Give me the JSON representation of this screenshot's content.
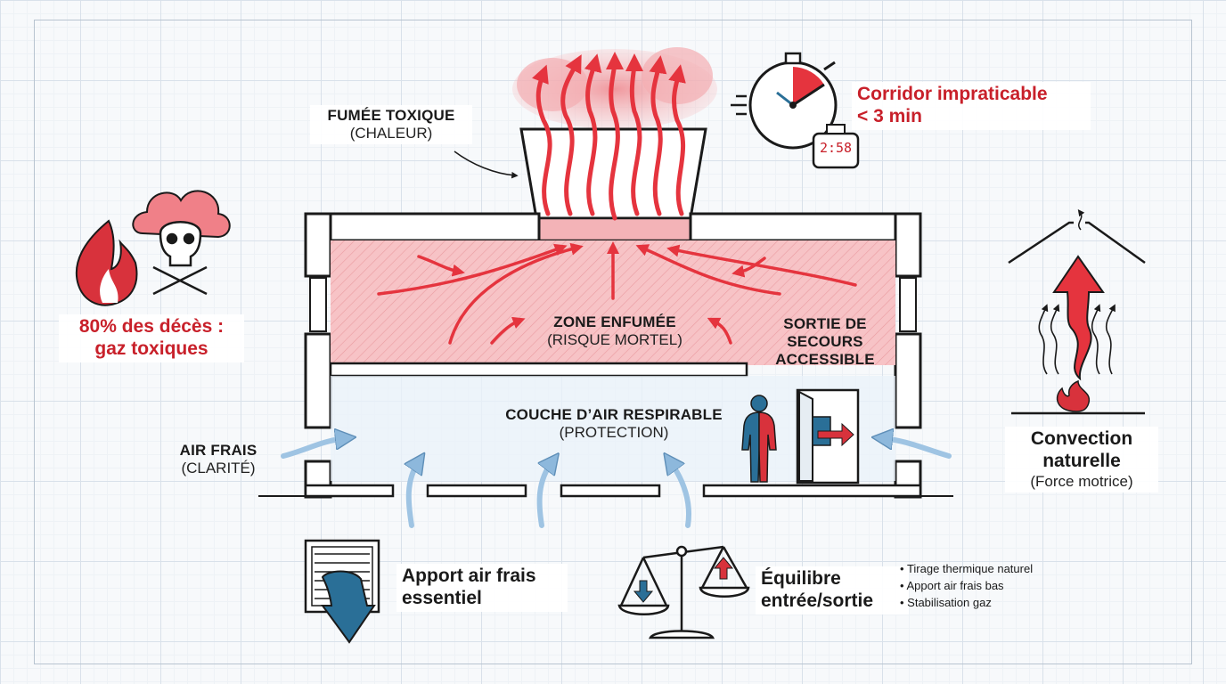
{
  "smoke": {
    "title": "FUMÉE TOXIQUE",
    "sub": "(CHALEUR)"
  },
  "timer": {
    "digital": "2:58",
    "line1": "Corridor impraticable",
    "line2": "< 3 min",
    "icon": "stopwatch-icon"
  },
  "toxic": {
    "line1": "80% des décès :",
    "line2": "gaz toxiques",
    "icons": [
      "flame-icon",
      "toxic-cloud-icon",
      "skull-crossbones-icon"
    ]
  },
  "smoke_zone": {
    "title": "ZONE ENFUMÉE",
    "sub": "(RISQUE MORTEL)"
  },
  "exit": {
    "line1": "SORTIE DE",
    "line2": "SECOURS",
    "line3": "ACCESSIBLE",
    "icon": "emergency-exit-door-icon"
  },
  "air_layer": {
    "title": "COUCHE D’AIR RESPIRABLE",
    "sub": "(PROTECTION)"
  },
  "fresh_air": {
    "title": "AIR FRAIS",
    "sub": "(CLARITÉ)"
  },
  "convection": {
    "line1": "Convection",
    "line2": "naturelle",
    "sub": "(Force motrice)",
    "icon": "convection-roof-icon"
  },
  "intake": {
    "line1": "Apport air frais",
    "line2": "essentiel",
    "icon": "louvre-vent-icon"
  },
  "balance": {
    "line1": "Équilibre",
    "line2": "entrée/sortie",
    "icon": "balance-scale-icon",
    "bullets": [
      "Tirage thermique naturel",
      "Apport air frais bas",
      "Stabilisation gaz"
    ]
  },
  "colors": {
    "smoke_red": "#e5343e",
    "smoke_fill": "#f3a9ad",
    "air_blue": "#a9cbe6",
    "wall": "#1a1a1a",
    "accent_blue": "#2a6f97"
  }
}
